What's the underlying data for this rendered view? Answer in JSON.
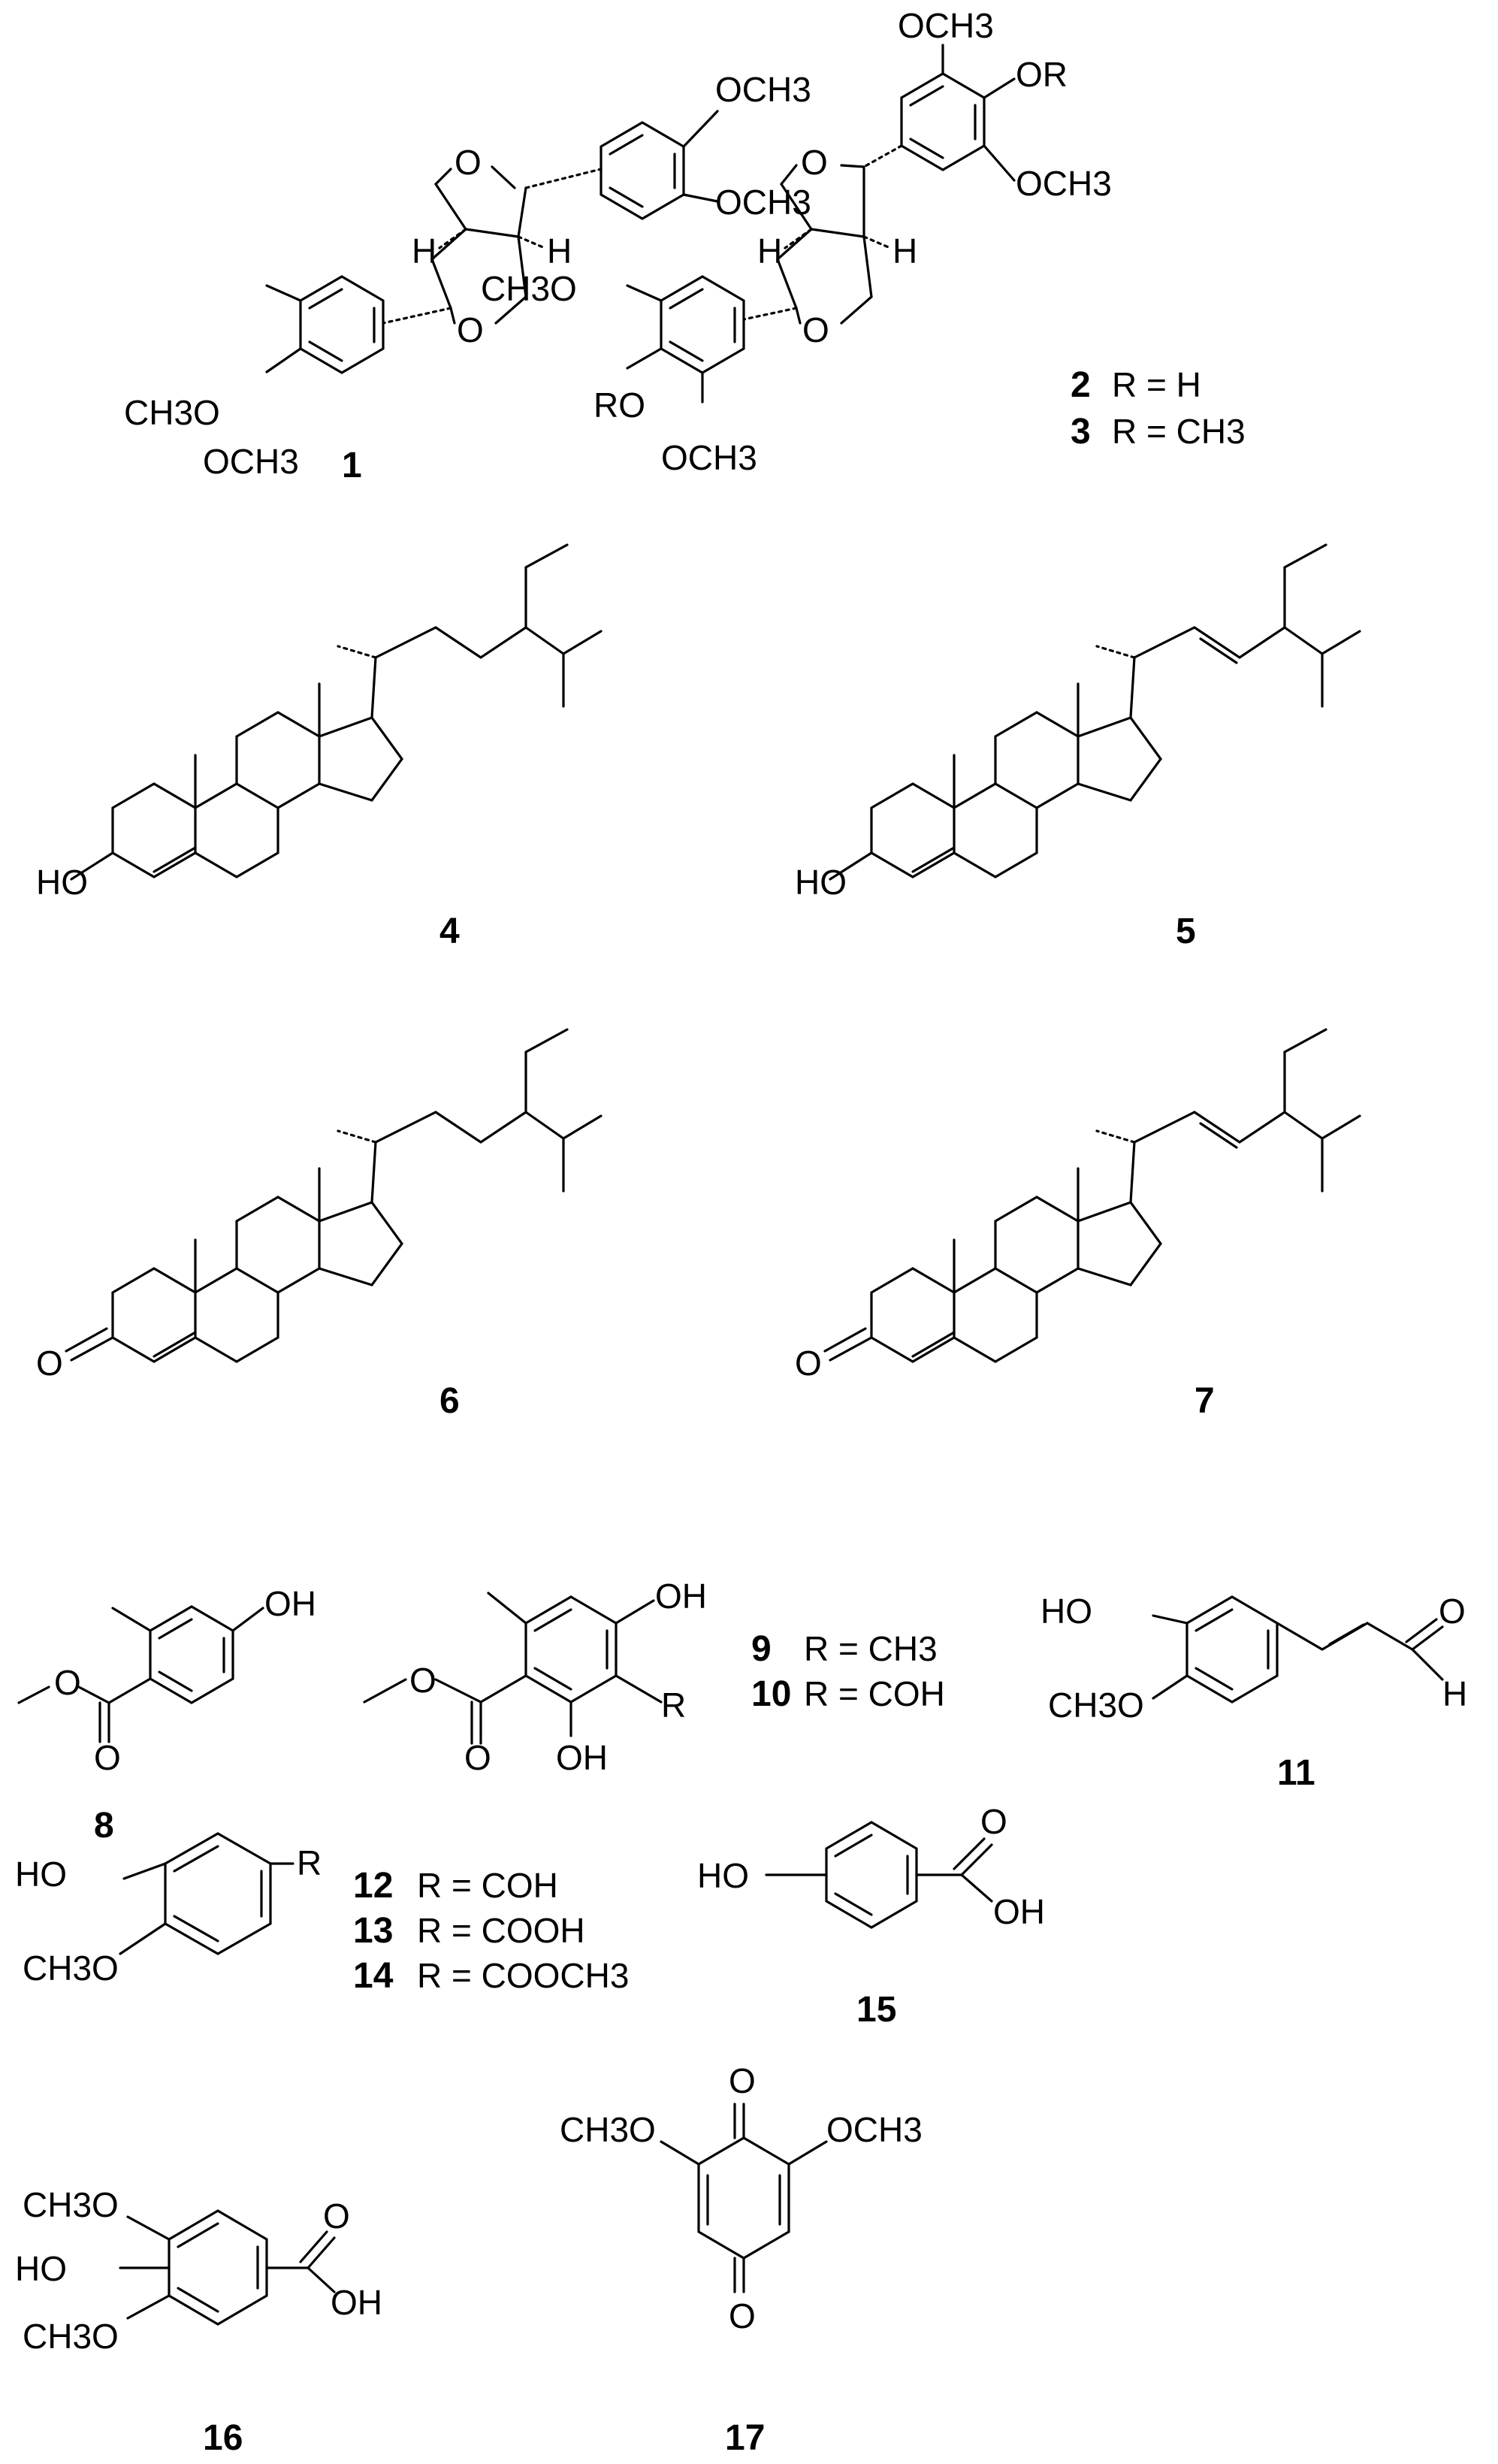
{
  "figure": {
    "compounds": [
      {
        "id": "1",
        "number": "1",
        "groups": [
          "OCH3",
          "OCH3",
          "CH3O",
          "OCH3",
          "O",
          "O",
          "H",
          "H"
        ]
      },
      {
        "id": "2-3",
        "numbers": [
          "2",
          "3"
        ],
        "r_values": [
          "R = H",
          "R = CH3"
        ],
        "groups": [
          "OCH3",
          "OR",
          "OCH3",
          "CH3O",
          "RO",
          "OCH3",
          "O",
          "O",
          "H",
          "H"
        ]
      },
      {
        "id": "4",
        "number": "4",
        "groups": [
          "HO"
        ]
      },
      {
        "id": "5",
        "number": "5",
        "groups": [
          "HO"
        ]
      },
      {
        "id": "6",
        "number": "6",
        "groups": [
          "O"
        ]
      },
      {
        "id": "7",
        "number": "7",
        "groups": [
          "O"
        ]
      },
      {
        "id": "8",
        "number": "8",
        "groups": [
          "OH",
          "O",
          "O"
        ]
      },
      {
        "id": "9-10",
        "numbers": [
          "9",
          "10"
        ],
        "r_values": [
          "R = CH3",
          "R = COH"
        ],
        "groups": [
          "OH",
          "R",
          "OH",
          "O",
          "O"
        ]
      },
      {
        "id": "11",
        "number": "11",
        "groups": [
          "HO",
          "CH3O",
          "O",
          "H"
        ]
      },
      {
        "id": "12-14",
        "numbers": [
          "12",
          "13",
          "14"
        ],
        "r_values": [
          "R = COH",
          "R = COOH",
          "R = COOCH3"
        ],
        "groups": [
          "HO",
          "CH3O",
          "R"
        ]
      },
      {
        "id": "15",
        "number": "15",
        "groups": [
          "HO",
          "O",
          "OH"
        ]
      },
      {
        "id": "16",
        "number": "16",
        "groups": [
          "CH3O",
          "HO",
          "CH3O",
          "O",
          "OH"
        ]
      },
      {
        "id": "17",
        "number": "17",
        "groups": [
          "O",
          "CH3O",
          "OCH3",
          "O"
        ]
      }
    ]
  }
}
